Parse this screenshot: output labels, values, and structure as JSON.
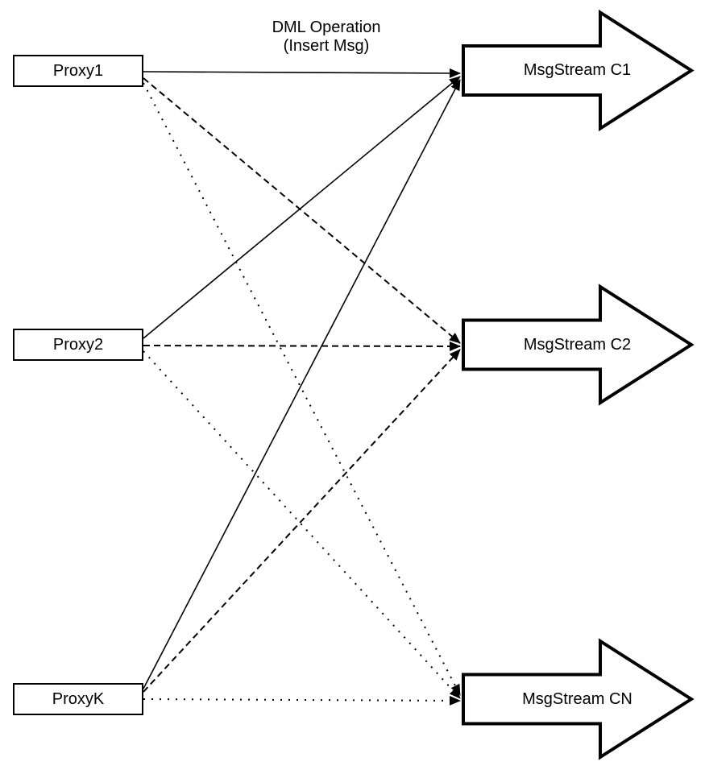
{
  "diagram": {
    "top_label": {
      "line1": "DML Operation",
      "line2": "(Insert Msg)"
    },
    "proxies": [
      {
        "id": "proxy1",
        "label": "Proxy1"
      },
      {
        "id": "proxy2",
        "label": "Proxy2"
      },
      {
        "id": "proxyk",
        "label": "ProxyK"
      }
    ],
    "streams": [
      {
        "id": "c1",
        "label": "MsgStream C1"
      },
      {
        "id": "c2",
        "label": "MsgStream C2"
      },
      {
        "id": "cn",
        "label": "MsgStream CN"
      }
    ],
    "edges": [
      {
        "from": "Proxy1",
        "to": "MsgStream C1",
        "style": "solid"
      },
      {
        "from": "Proxy2",
        "to": "MsgStream C1",
        "style": "solid"
      },
      {
        "from": "ProxyK",
        "to": "MsgStream C1",
        "style": "solid"
      },
      {
        "from": "Proxy1",
        "to": "MsgStream C2",
        "style": "dashed"
      },
      {
        "from": "Proxy2",
        "to": "MsgStream C2",
        "style": "dashed"
      },
      {
        "from": "ProxyK",
        "to": "MsgStream C2",
        "style": "dashed"
      },
      {
        "from": "Proxy1",
        "to": "MsgStream CN",
        "style": "dotted"
      },
      {
        "from": "Proxy2",
        "to": "MsgStream CN",
        "style": "dotted"
      },
      {
        "from": "ProxyK",
        "to": "MsgStream CN",
        "style": "dotted"
      }
    ],
    "colors": {
      "line": "#000000",
      "shape_fill": "#ffffff",
      "text": "#000000",
      "background": "#ffffff"
    }
  }
}
